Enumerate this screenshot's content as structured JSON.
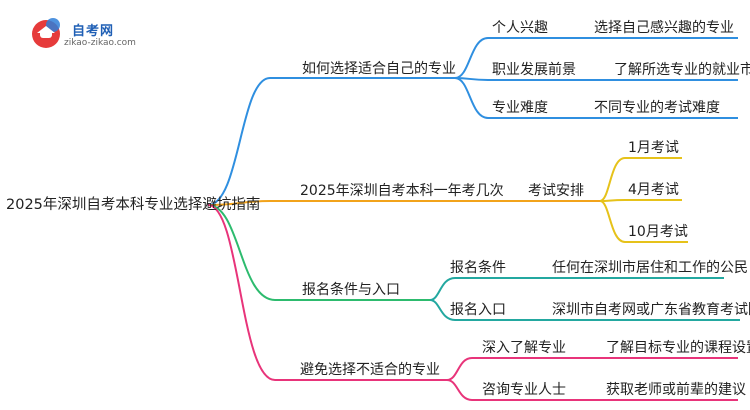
{
  "logo": {
    "name": "自考网",
    "url": "zikao-zikao.com"
  },
  "root": "2025年深圳自考本科专业选择避坑指南",
  "colors": {
    "blue": "#2f8fe0",
    "orange": "#f2a31b",
    "green": "#2dbb6e",
    "pink": "#e8347a",
    "yellow": "#e6c21a",
    "teal": "#23a8a0",
    "red": "#e63b3b"
  },
  "branches": [
    {
      "label": "如何选择适合自己的专业",
      "items": [
        {
          "label": "个人兴趣",
          "detail": "选择自己感兴趣的专业"
        },
        {
          "label": "职业发展前景",
          "detail": "了解所选专业的就业市场"
        },
        {
          "label": "专业难度",
          "detail": "不同专业的考试难度"
        }
      ]
    },
    {
      "label": "2025年深圳自考本科一年考几次",
      "sub": "考试安排",
      "items": [
        "1月考试",
        "4月考试",
        "10月考试"
      ]
    },
    {
      "label": "报名条件与入口",
      "items": [
        {
          "label": "报名条件",
          "detail": "任何在深圳市居住和工作的公民"
        },
        {
          "label": "报名入口",
          "detail": "深圳市自考网或广东省教育考试院"
        }
      ]
    },
    {
      "label": "避免选择不适合的专业",
      "items": [
        {
          "label": "深入了解专业",
          "detail": "了解目标专业的课程设置"
        },
        {
          "label": "咨询专业人士",
          "detail": "获取老师或前辈的建议"
        }
      ]
    }
  ]
}
